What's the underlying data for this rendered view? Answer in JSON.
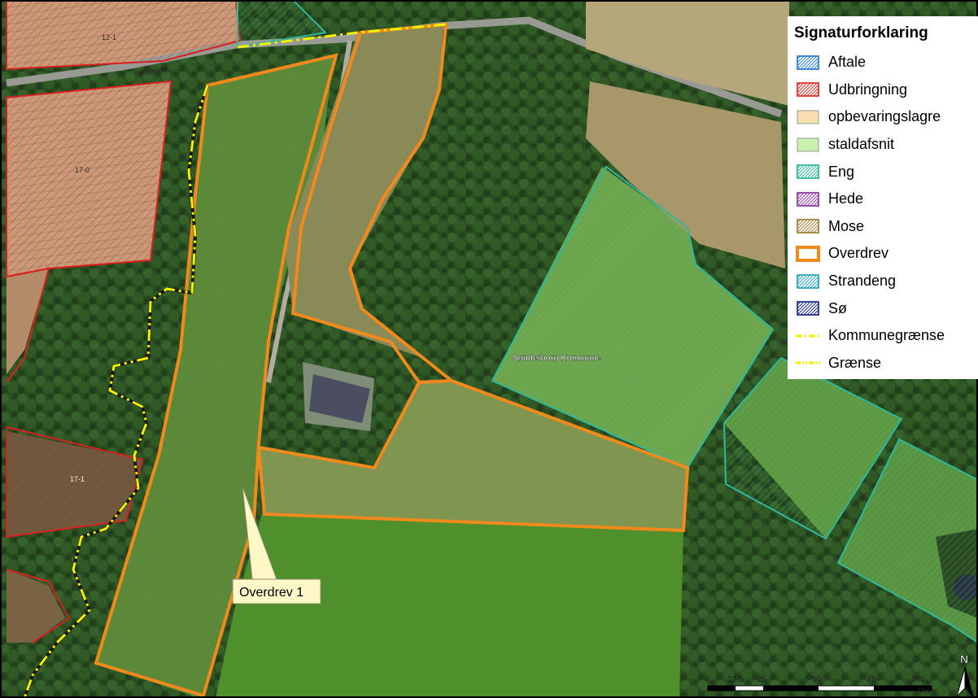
{
  "map": {
    "parcel_labels": [
      "12-1",
      "17-0",
      "17-1"
    ],
    "road_label": "Blansvej",
    "municipality_label": "Sønderborg Kommune",
    "callout_label": "Overdrev 1",
    "north_arrow_label": "N",
    "scale_labels": [
      "0",
      "12,5",
      "25",
      "50",
      "75",
      "100",
      "Meter"
    ]
  },
  "legend": {
    "title": "Signaturforklaring",
    "items": [
      {
        "label": "Aftale",
        "symbol": "hatch",
        "color": "#2f7ad6"
      },
      {
        "label": "Udbringning",
        "symbol": "hatch",
        "color": "#e0302a"
      },
      {
        "label": "opbevaringslagre",
        "symbol": "fill",
        "color": "#f8dfae"
      },
      {
        "label": "staldafsnit",
        "symbol": "fill",
        "color": "#c8f0b0"
      },
      {
        "label": "Eng",
        "symbol": "hatch",
        "color": "#2fb89a"
      },
      {
        "label": "Hede",
        "symbol": "hatch",
        "color": "#8e3aa6"
      },
      {
        "label": "Mose",
        "symbol": "hatch",
        "color": "#a0823a"
      },
      {
        "label": "Overdrev",
        "symbol": "outline",
        "color": "#f08a1c"
      },
      {
        "label": "Strandeng",
        "symbol": "hatch",
        "color": "#2aa6b8"
      },
      {
        "label": "Sø",
        "symbol": "hatch",
        "color": "#1f2f88"
      },
      {
        "label": "Kommunegrænse",
        "symbol": "dashdot",
        "color": "#f2f200"
      },
      {
        "label": "Grænse",
        "symbol": "dashdotdot",
        "color": "#f2f200"
      }
    ]
  },
  "colors": {
    "overdrev": "#f08a1c",
    "eng": "#2fb89a",
    "udbringning": "#d82020",
    "boundary": "#f2f200",
    "frame": "#000000"
  }
}
